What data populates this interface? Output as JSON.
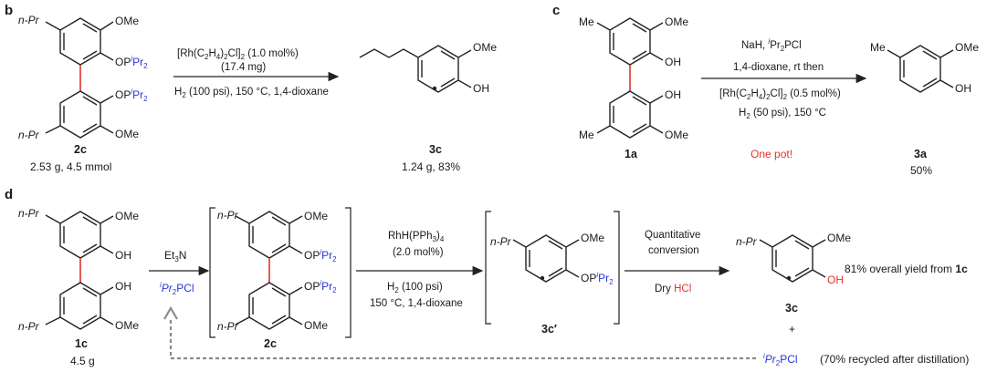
{
  "panel_b": {
    "label": "b",
    "sm_npr_top": "n-Pr",
    "sm_npr_bot": "n-Pr",
    "sm_ome_top": "OMe",
    "sm_ome_bot": "OMe",
    "sm_op1": "OP",
    "sm_op2": "OP",
    "sm_ipr": "i",
    "sm_pr2": "Pr",
    "sm_sub2": "2",
    "sm_name": "2c",
    "sm_amount": "2.53 g, 4.5 mmol",
    "cond1": "[Rh(C",
    "cond1_sub1": "2",
    "cond1_mid": "H",
    "cond1_sub2": "4",
    "cond1_end": ")",
    "cond1_sub3": "2",
    "cond1_tail": "Cl]",
    "cond1_sub4": "2",
    "cond1_pct": " (1.0 mol%)",
    "cond2": "(17.4 mg)",
    "cond3_a": "H",
    "cond3_sub": "2",
    "cond3_b": " (100 psi), 150 °C, 1,4-dioxane",
    "prod_ome": "OMe",
    "prod_oh": "OH",
    "prod_name": "3c",
    "prod_amount": "1.24 g, 83%"
  },
  "panel_c": {
    "label": "c",
    "sm_me_top": "Me",
    "sm_me_bot": "Me",
    "sm_ome_top": "OMe",
    "sm_ome_bot": "OMe",
    "sm_oh1": "OH",
    "sm_oh2": "OH",
    "sm_name": "1a",
    "cond1": "NaH, ",
    "cond1_i": "i",
    "cond1_b": "Pr",
    "cond1_sub": "2",
    "cond1_c": "PCl",
    "cond2": "1,4-dioxane, rt then",
    "cond3": "[Rh(C",
    "cond3_s1": "2",
    "cond3_h": "H",
    "cond3_s2": "4",
    "cond3_p": ")",
    "cond3_s3": "2",
    "cond3_cl": "Cl]",
    "cond3_s4": "2",
    "cond3_pct": " (0.5 mol%)",
    "cond4_a": "H",
    "cond4_sub": "2",
    "cond4_b": " (50 psi), 150 °C",
    "one_pot": "One pot!",
    "prod_me": "Me",
    "prod_ome": "OMe",
    "prod_oh": "OH",
    "prod_name": "3a",
    "prod_yield": "50%"
  },
  "panel_d": {
    "label": "d",
    "sm_npr_top": "n-Pr",
    "sm_npr_bot": "n-Pr",
    "sm_ome_top": "OMe",
    "sm_ome_bot": "OMe",
    "sm_oh1": "OH",
    "sm_oh2": "OH",
    "sm_name": "1c",
    "sm_amount": "4.5 g",
    "base": "Et",
    "base_sub": "3",
    "base_n": "N",
    "reagent_i": "i",
    "reagent_a": "Pr",
    "reagent_sub": "2",
    "reagent_b": "PCl",
    "int_npr_top": "n-Pr",
    "int_npr_bot": "n-Pr",
    "int_ome_top": "OMe",
    "int_ome_bot": "OMe",
    "int_op": "OP",
    "int_ipr": "i",
    "int_pr": "Pr",
    "int_sub": "2",
    "int_name": "2c",
    "cat_a": "RhH(PPh",
    "cat_sub": "3",
    "cat_b": ")",
    "cat_sub2": "4",
    "cat_load": "(2.0 mol%)",
    "h2_a": "H",
    "h2_sub": "2",
    "h2_b": " (100 psi)",
    "temp": "150 °C, 1,4-dioxane",
    "int2_npr": "n-Pr",
    "int2_ome": "OMe",
    "int2_op": "OP",
    "int2_name": "3c′",
    "quant1": "Quantitative",
    "quant2": "conversion",
    "dry": "Dry ",
    "hcl": "HCl",
    "prod_npr": "n-Pr",
    "prod_ome": "OMe",
    "prod_oh": "OH",
    "prod_name": "3c",
    "overall": "81% overall yield from ",
    "overall_cmp": "1c",
    "plus": "+",
    "recycle_i": "i",
    "recycle_a": "Pr",
    "recycle_sub": "2",
    "recycle_b": "PCl",
    "recycle_note": "(70% recycled after distillation)"
  },
  "colors": {
    "red": "#e0332a",
    "blue": "#2a33d9",
    "text": "#1a1a1a",
    "arrow_gray": "#8a8a8a"
  }
}
